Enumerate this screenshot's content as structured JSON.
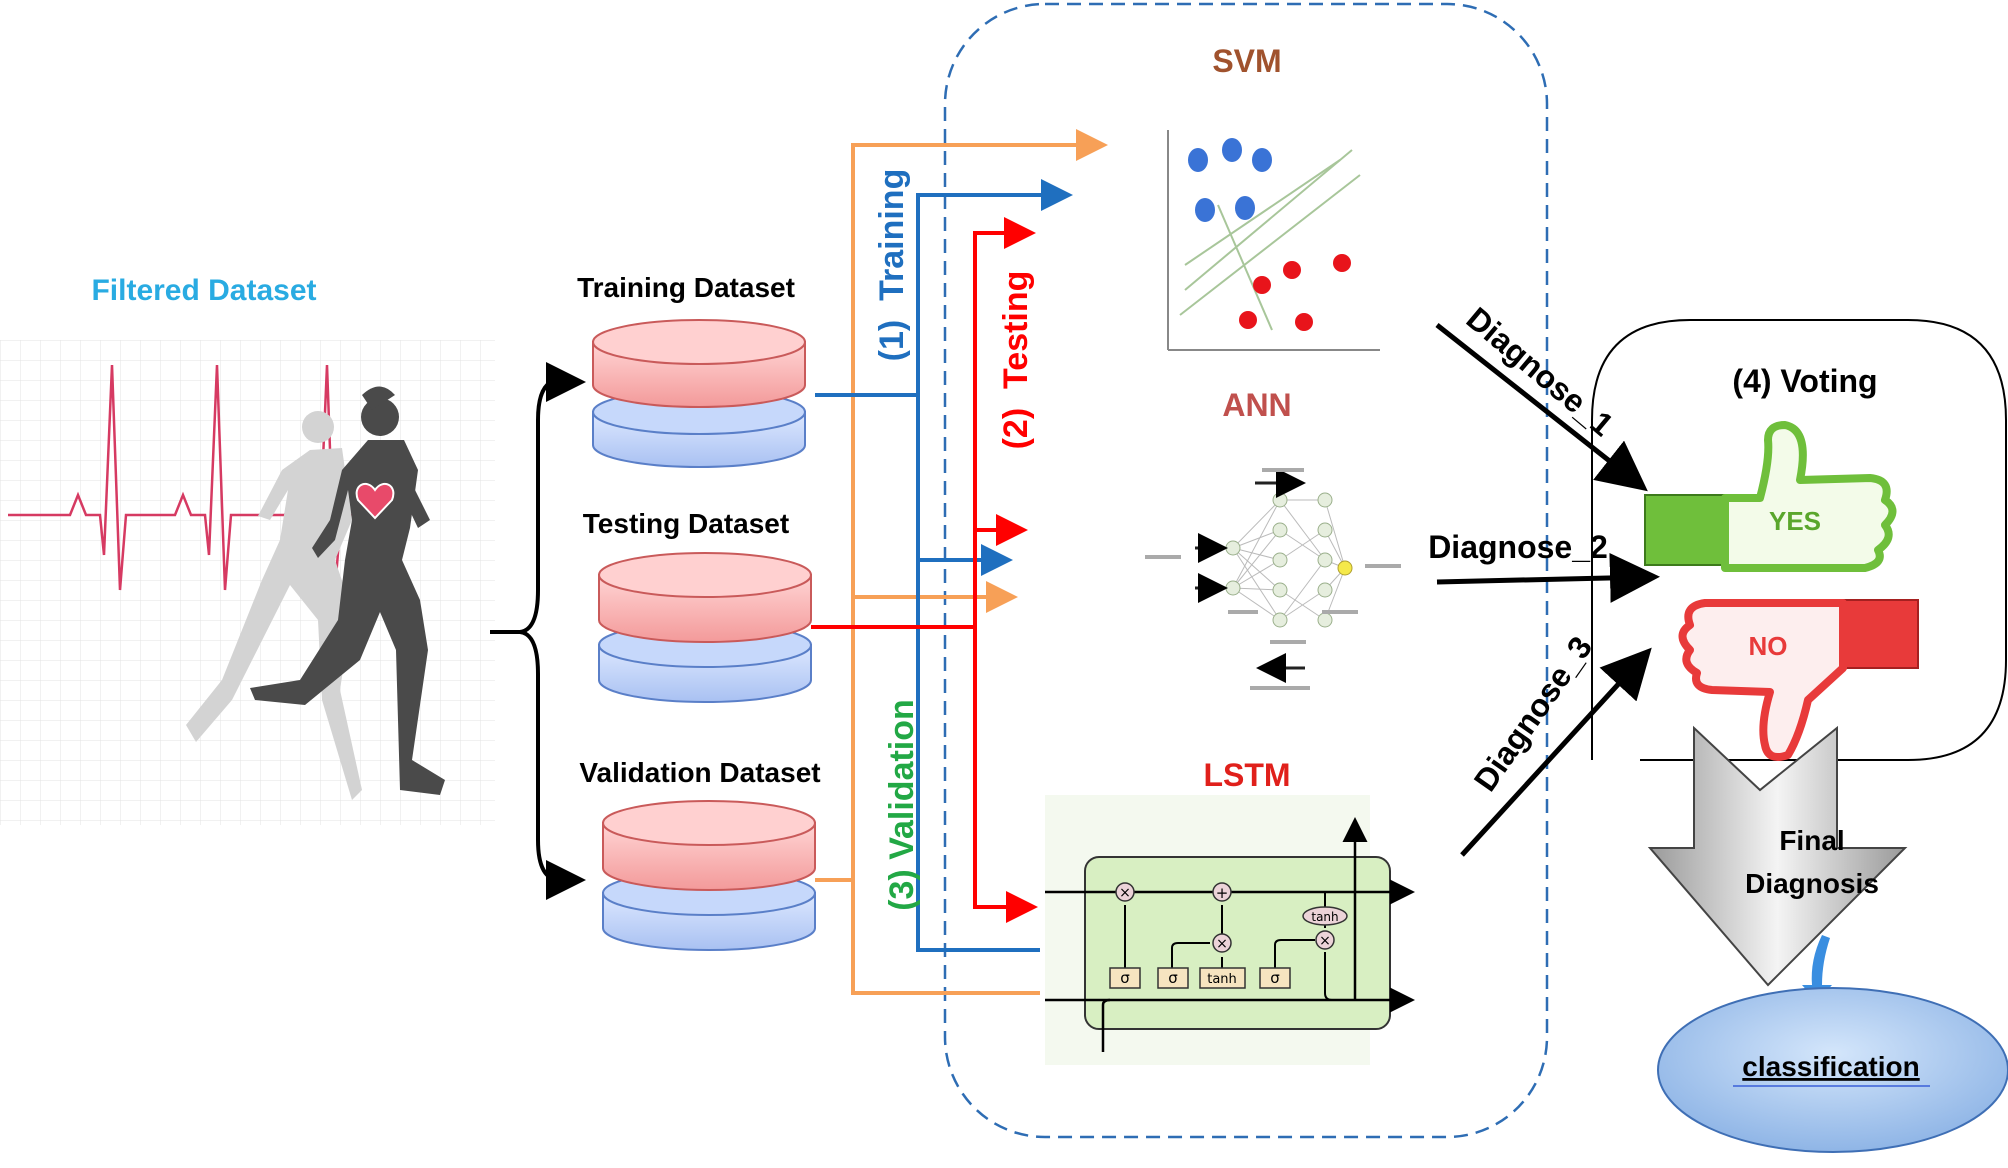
{
  "title": "Filtered Dataset",
  "datasets": {
    "training": "Training Dataset",
    "testing": "Testing Dataset",
    "validation": "Validation Dataset"
  },
  "phases": {
    "training": "(1)  Training",
    "testing": "(2)  Testing",
    "validation": "(3) Validation"
  },
  "models": {
    "svm": "SVM",
    "ann": "ANN",
    "lstm": "LSTM"
  },
  "lstm_cell": {
    "sigma": "σ",
    "tanh": "tanh",
    "times": "×",
    "plus": "+"
  },
  "diagnoses": {
    "d1": "Diagnose_1",
    "d2": "Diagnose_2",
    "d3": "Diagnose_3"
  },
  "voting": {
    "title": "(4) Voting",
    "yes": "YES",
    "no": "NO"
  },
  "final": {
    "line1": "Final",
    "line2": "Diagnosis"
  },
  "classification": "classification",
  "colors": {
    "title_blue": "#29abe2",
    "training_blue": "#1f6fbf",
    "testing_red": "#ff0000",
    "validation_green": "#22a845",
    "validation_orange": "#f7a057",
    "svm_brown": "#a0522d",
    "ann_red": "#c0504d",
    "lstm_red": "#e0201b",
    "yes_green": "#6fbf3b",
    "no_red": "#e83a3a",
    "ellipse_blue": "#a9c9ee"
  }
}
